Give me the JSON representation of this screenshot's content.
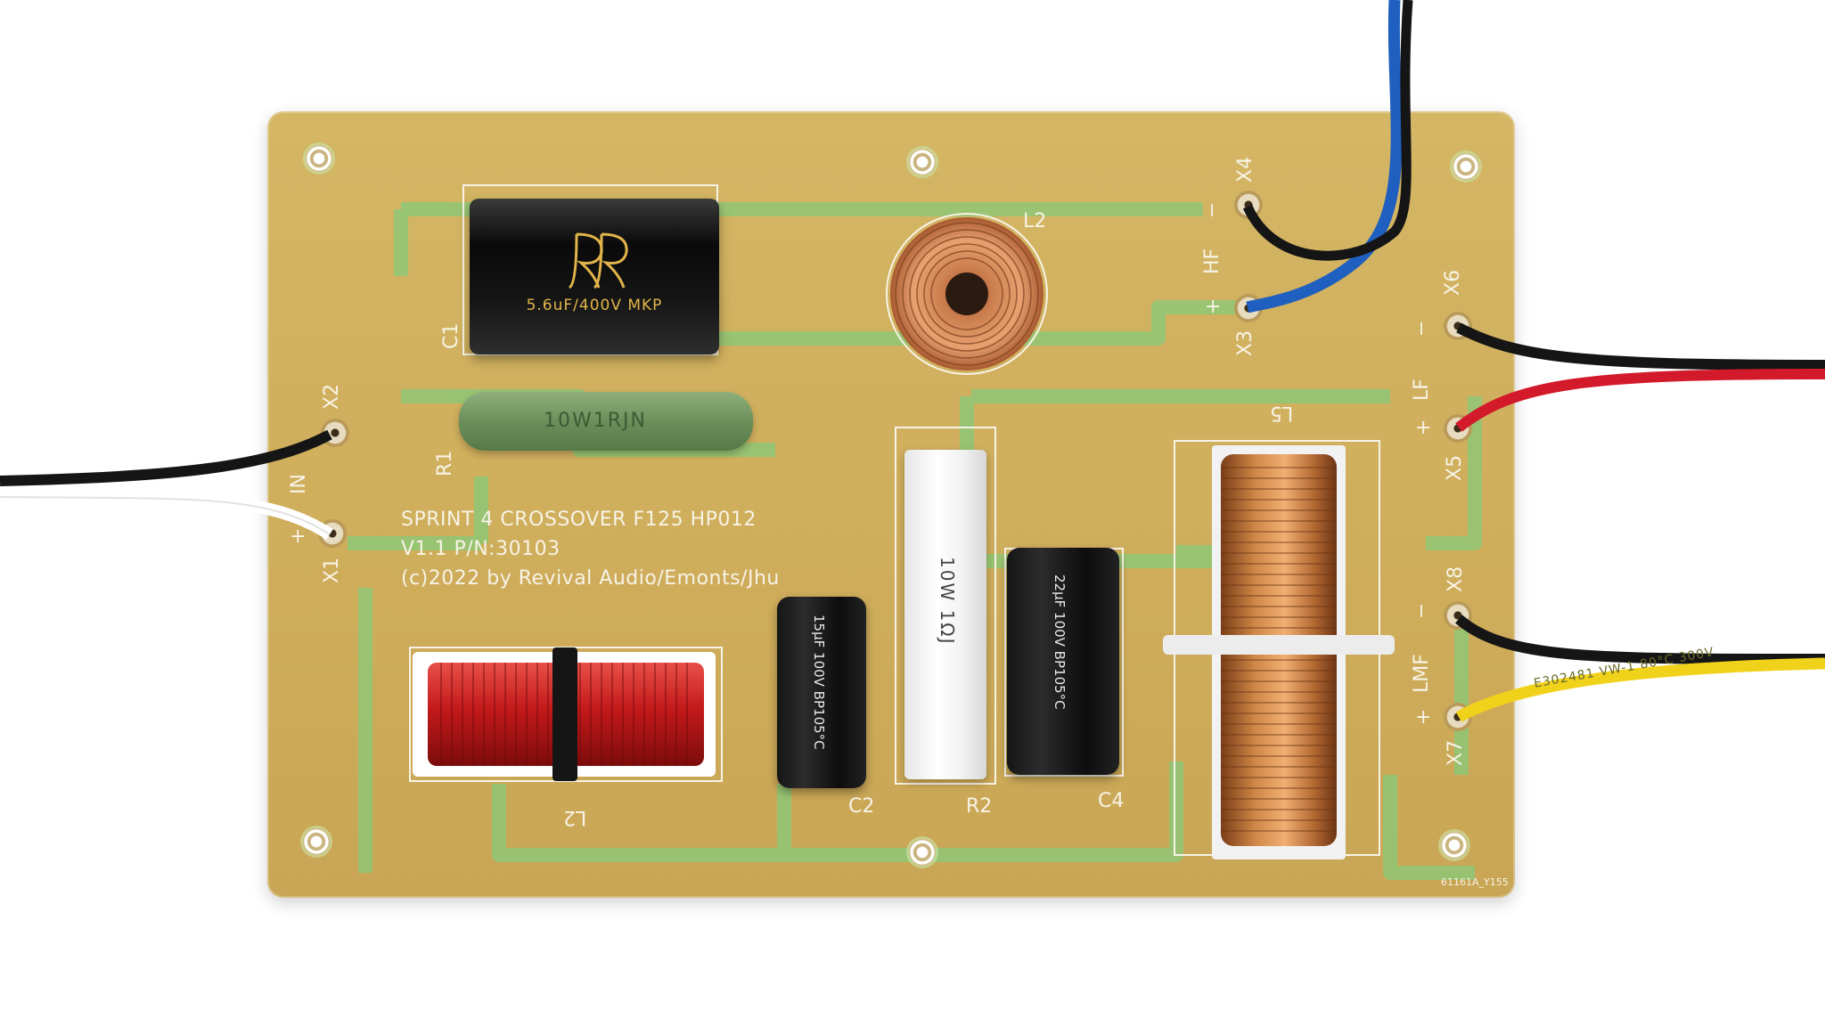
{
  "board": {
    "info_lines": [
      "SPRINT 4 CROSSOVER F125 HP012",
      "V1.1 P/N:30103",
      "(c)2022 by Revival Audio/Emonts/Jhu"
    ],
    "labels": {
      "c1": "C1",
      "r1": "R1",
      "l2_top": "L2",
      "l5": "L5",
      "l2_bottom": "L2",
      "c2": "C2",
      "r2": "R2",
      "c4": "C4",
      "x1": "X1",
      "x2": "X2",
      "x3": "X3",
      "x4": "X4",
      "x5": "X5",
      "x6": "X6",
      "x7": "X7",
      "x8": "X8",
      "in": "IN",
      "hf": "HF",
      "lf": "LF",
      "lmf": "LMF",
      "plus": "+",
      "minus": "−",
      "batch": "61161A_Y155"
    }
  },
  "components": {
    "c1_marking": "5.6uF/400V  MKP",
    "r1_marking": "10W1RJN",
    "r2_marking": "10W 1ΩJ",
    "c2_marking": "15μF 100V  BP105°C",
    "c4_marking": "22μF 100V  BP105°C",
    "cable_marking": "E302481  VW-1  80°C  300V"
  },
  "colors": {
    "board": "#cfae5c",
    "trace": "#8fc776",
    "silkscreen": "#f7f3e6",
    "wire_blue": "#1f5fbf",
    "wire_red": "#d21a2a",
    "wire_yellow": "#f1d21a",
    "wire_black": "#151515",
    "wire_white": "#ffffff"
  }
}
